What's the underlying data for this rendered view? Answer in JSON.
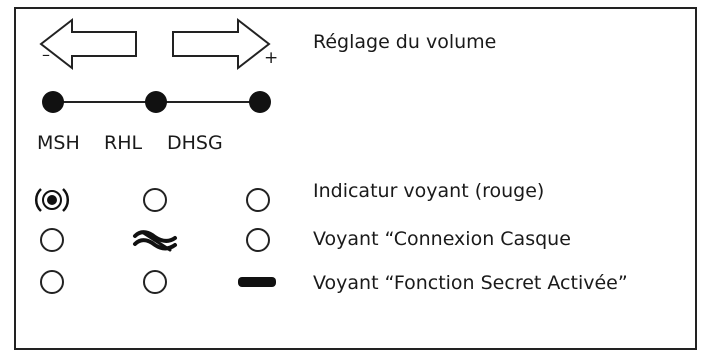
{
  "volume": {
    "label": "Réglage du volume",
    "minus": "–",
    "plus": "+"
  },
  "modes": [
    "MSH",
    "RHL",
    "DHSG"
  ],
  "legend": {
    "indicator": "Indicatur voyant (rouge)",
    "headset": "Voyant “Connexion Casque",
    "secret": "Voyant “Fonction Secret Activée”"
  }
}
